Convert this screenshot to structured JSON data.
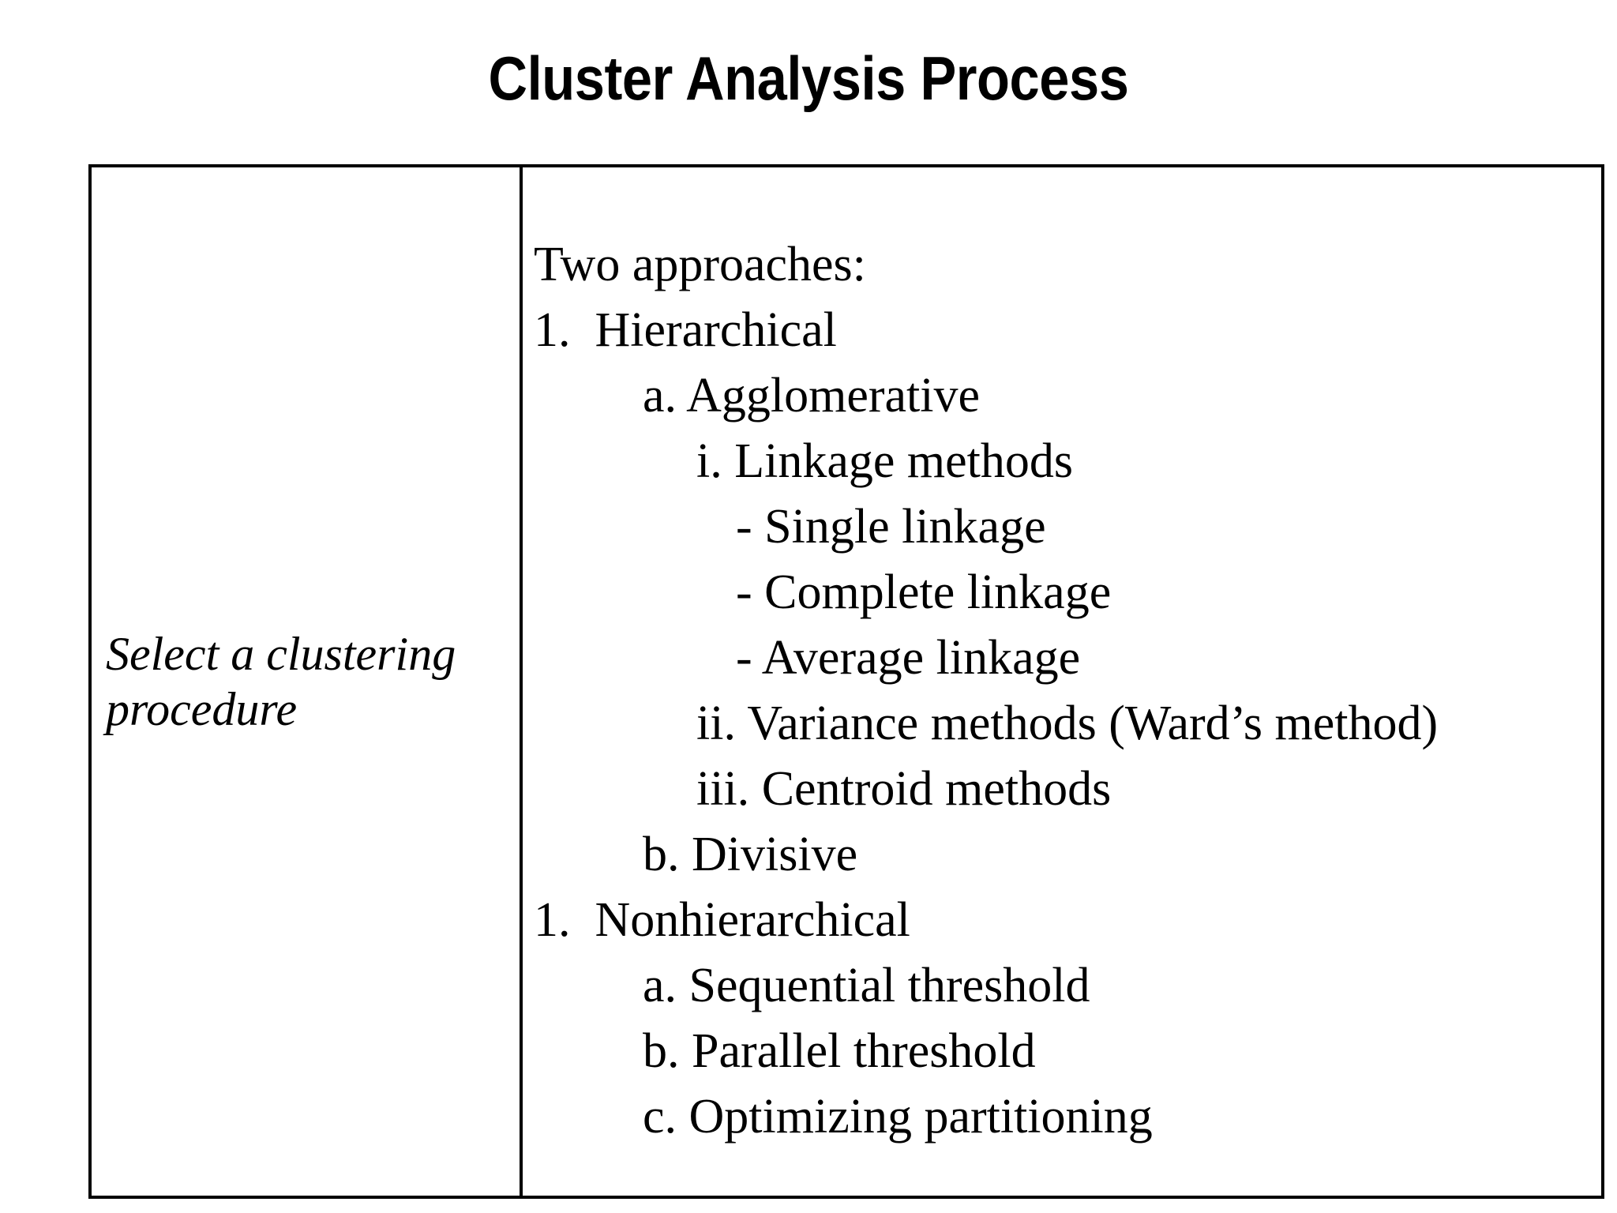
{
  "slide": {
    "title": "Cluster Analysis Process",
    "background_color": "#ffffff",
    "text_color": "#000000",
    "border_color": "#000000"
  },
  "table": {
    "columns": [
      "step",
      "detail"
    ],
    "step": {
      "label": "Select a clustering procedure"
    },
    "detail": {
      "heading": "Two approaches:",
      "lines": [
        {
          "level": 0,
          "marker": "",
          "text": "Two approaches:"
        },
        {
          "level": 1,
          "marker": "1.",
          "text": "Hierarchical"
        },
        {
          "level": 2,
          "marker": "a.",
          "text": "Agglomerative"
        },
        {
          "level": 3,
          "marker": "i.",
          "text": "Linkage methods"
        },
        {
          "level": 4,
          "marker": "-",
          "text": "Single linkage"
        },
        {
          "level": 4,
          "marker": "-",
          "text": "Complete linkage"
        },
        {
          "level": 4,
          "marker": "-",
          "text": "Average linkage"
        },
        {
          "level": 3,
          "marker": "ii.",
          "text": "Variance methods (Ward’s method)"
        },
        {
          "level": 3,
          "marker": "iii.",
          "text": "Centroid methods"
        },
        {
          "level": 2,
          "marker": "b.",
          "text": "Divisive"
        },
        {
          "level": 1,
          "marker": "1.",
          "text": "Nonhierarchical"
        },
        {
          "level": 2,
          "marker": "a.",
          "text": "Sequential threshold"
        },
        {
          "level": 2,
          "marker": "b.",
          "text": "Parallel threshold"
        },
        {
          "level": 2,
          "marker": "c.",
          "text": "Optimizing partitioning"
        }
      ]
    }
  }
}
